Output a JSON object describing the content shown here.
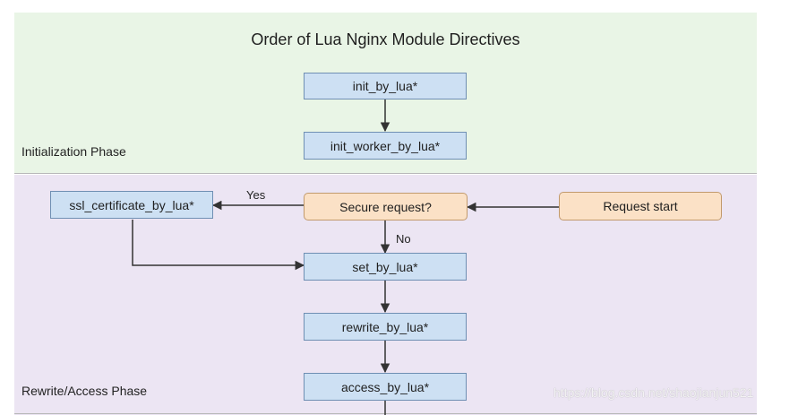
{
  "diagram": {
    "title": "Order of Lua Nginx Module Directives",
    "phases": {
      "initialization": "Initialization Phase",
      "rewrite_access": "Rewrite/Access Phase"
    },
    "nodes": {
      "init_by_lua": "init_by_lua*",
      "init_worker_by_lua": "init_worker_by_lua*",
      "ssl_certificate_by_lua": "ssl_certificate_by_lua*",
      "secure_request": "Secure request?",
      "request_start": "Request start",
      "set_by_lua": "set_by_lua*",
      "rewrite_by_lua": "rewrite_by_lua*",
      "access_by_lua": "access_by_lua*"
    },
    "edge_labels": {
      "yes": "Yes",
      "no": "No"
    },
    "watermark": "https://blog.csdn.net/shaojianjun521",
    "colors": {
      "process_fill": "#cde0f3",
      "decision_fill": "#fbe1c6",
      "init_phase_bg": "#e9f5e6",
      "rewrite_phase_bg": "#ece5f3"
    }
  }
}
